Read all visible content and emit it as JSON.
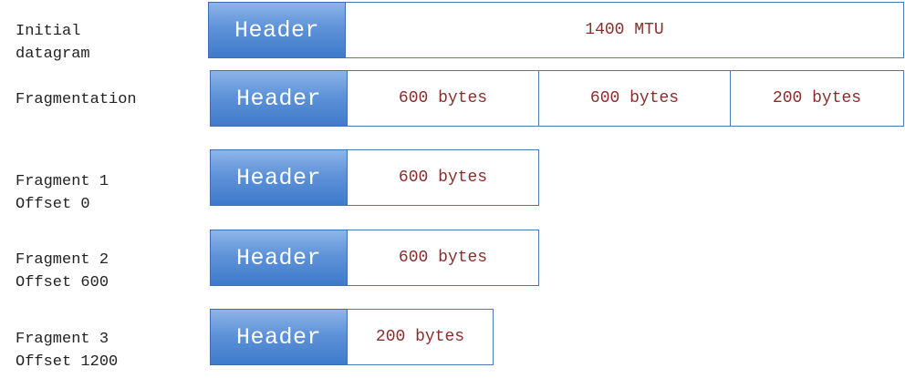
{
  "labels": {
    "initial": "Initial\ndatagram",
    "fragmentation": "Fragmentation",
    "fragment1": "Fragment 1\nOffset 0",
    "fragment2": "Fragment 2\nOffset 600",
    "fragment3": "Fragment 3\nOffset 1200"
  },
  "header_text": "Header",
  "initial": {
    "payload": "1400 MTU"
  },
  "fragmentation": {
    "parts": [
      "600 bytes",
      "600 bytes",
      "200 bytes"
    ]
  },
  "fragment1": {
    "payload": "600 bytes"
  },
  "fragment2": {
    "payload": "600 bytes"
  },
  "fragment3": {
    "payload": "200 bytes"
  },
  "colors": {
    "header_fill": "#5e93d9",
    "header_border": "#3f6fb0",
    "box_border": "#4a78b8",
    "payload_text": "#8b2d2d"
  }
}
